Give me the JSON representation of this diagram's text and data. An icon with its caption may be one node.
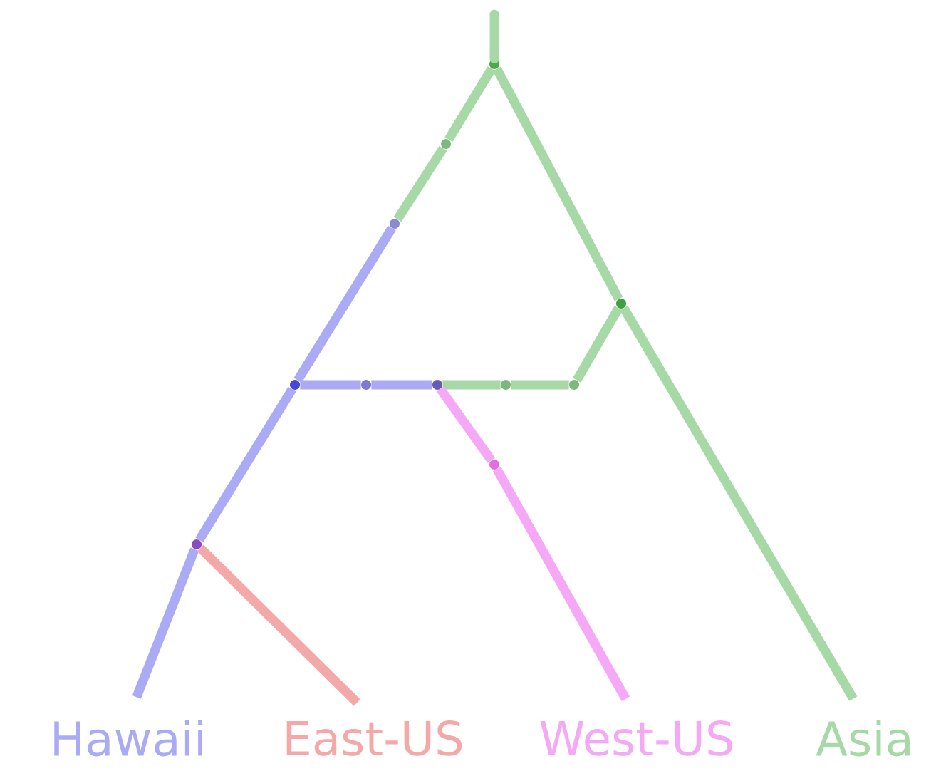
{
  "diagram": {
    "nodes": [
      {
        "text": [
          "Hawaii"
        ]
      },
      {
        "text": [
          "East-US"
        ]
      },
      {
        "text": [
          "West-US"
        ]
      },
      {
        "text": [
          "Asia"
        ]
      },
      {
        "text": [],
        "shape": "circle"
      },
      {
        "text": [],
        "shape": "circle"
      },
      {
        "text": [],
        "shape": "circle"
      },
      {
        "text": [],
        "shape": "circle"
      },
      {
        "text": [],
        "shape": "circle"
      },
      {
        "text": [],
        "shape": "circle"
      },
      {
        "text": [],
        "shape": "circle"
      },
      {
        "text": [],
        "shape": "circle"
      },
      {
        "text": [],
        "shape": "circle"
      },
      {
        "text": [],
        "shape": "circle"
      },
      {
        "text": [],
        "shape": "circle"
      }
    ],
    "edges": [
      {
        "from": null,
        "to": 4,
        "arrow": "none",
        "color": "#a6d9a6"
      },
      {
        "from": 4,
        "to": 5,
        "arrow": "none",
        "color": "#a6d9a6"
      },
      {
        "from": 5,
        "to": 6,
        "arrow": "none",
        "color": "#a6d9a6"
      },
      {
        "from": 6,
        "to": 8,
        "arrow": "none",
        "color": "#aaaaf5"
      },
      {
        "from": 4,
        "to": 7,
        "arrow": "none",
        "color": "#a6d9a6"
      },
      {
        "from": 7,
        "to": 3,
        "arrow": "none",
        "color": "#a6d9a6"
      },
      {
        "from": 7,
        "to": 12,
        "arrow": "none",
        "color": "#a6d9a6"
      },
      {
        "from": 12,
        "to": 11,
        "arrow": "none",
        "color": "#a6d9a6"
      },
      {
        "from": 11,
        "to": 10,
        "arrow": "none",
        "color": "#a6d9a6"
      },
      {
        "from": 10,
        "to": 9,
        "arrow": "none",
        "color": "#aaaaf5"
      },
      {
        "from": 9,
        "to": 8,
        "arrow": "none",
        "color": "#aaaaf5"
      },
      {
        "from": 10,
        "to": 13,
        "arrow": "none",
        "color": "#f5a8f5"
      },
      {
        "from": 13,
        "to": 2,
        "arrow": "none",
        "color": "#f5a8f5"
      },
      {
        "from": 8,
        "to": 14,
        "arrow": "none",
        "color": "#aaaaf5"
      },
      {
        "from": 14,
        "to": 0,
        "arrow": "none",
        "color": "#aaaaf5"
      },
      {
        "from": 14,
        "to": 1,
        "arrow": "none",
        "color": "#f5a8a8"
      }
    ]
  }
}
